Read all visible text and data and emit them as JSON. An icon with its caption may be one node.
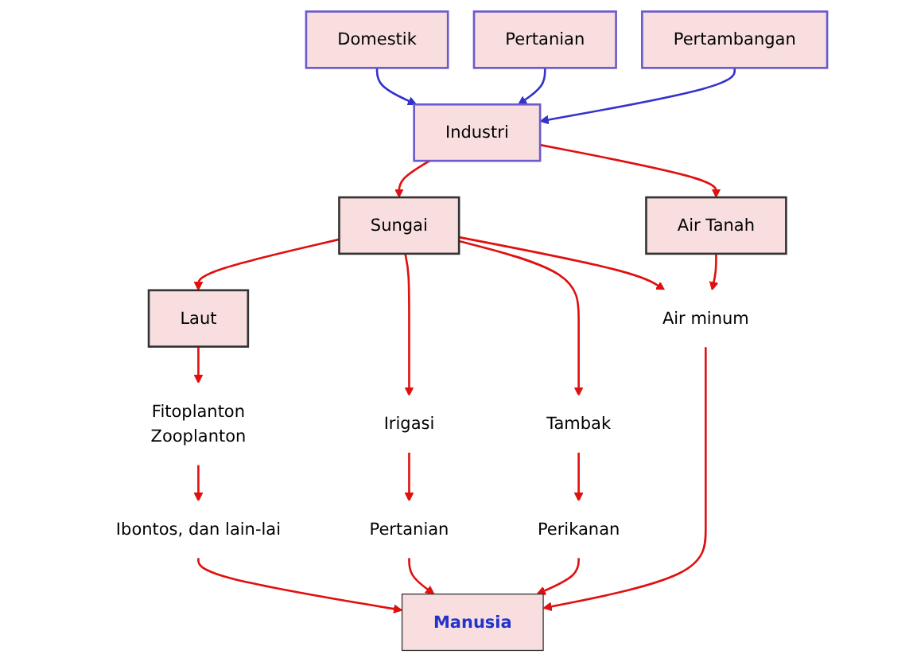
{
  "diagram": {
    "nodes": [
      {
        "text": [
          "Domestik"
        ]
      },
      {
        "text": [
          "Industri"
        ]
      },
      {
        "text": [
          "Pertanian"
        ]
      },
      {
        "text": [
          "Pertambangan"
        ]
      },
      {
        "text": [
          "Sungai"
        ]
      },
      {
        "text": [
          "Laut"
        ]
      },
      {
        "text": [
          "Air Tanah"
        ]
      },
      {
        "text": [
          "Irigasi"
        ]
      },
      {
        "text": [
          "Tambak"
        ]
      },
      {
        "text": [
          "Fitoplanton",
          "Zooplanton"
        ]
      },
      {
        "text": [
          "Air minum"
        ]
      },
      {
        "text": [
          "Pertanian"
        ]
      },
      {
        "text": [
          "Perikanan"
        ]
      },
      {
        "text": [
          "Ibontos, dan lain-lai"
        ]
      },
      {
        "text": [
          "Manusia"
        ]
      }
    ],
    "edges": [
      {
        "from": 0,
        "to": 1,
        "arrow": "to",
        "color": "#3333cc"
      },
      {
        "from": 2,
        "to": 1,
        "arrow": "to",
        "color": "#3333cc"
      },
      {
        "from": 3,
        "to": 1,
        "arrow": "to",
        "color": "#3333cc"
      },
      {
        "from": 1,
        "to": 4,
        "arrow": "to"
      },
      {
        "from": 1,
        "to": 6,
        "arrow": "to"
      },
      {
        "from": 4,
        "to": 5,
        "arrow": "to"
      },
      {
        "from": 4,
        "to": 7,
        "arrow": "to"
      },
      {
        "from": 4,
        "to": 8,
        "arrow": "to"
      },
      {
        "from": 4,
        "to": 10,
        "arrow": "to"
      },
      {
        "from": 6,
        "to": 10,
        "arrow": "to"
      },
      {
        "from": 5,
        "to": 9,
        "arrow": "to"
      },
      {
        "from": 7,
        "to": 11,
        "arrow": "to"
      },
      {
        "from": 8,
        "to": 12,
        "arrow": "to"
      },
      {
        "from": 9,
        "to": 13,
        "arrow": "to"
      },
      {
        "from": 10,
        "to": 14,
        "arrow": "to"
      },
      {
        "from": 11,
        "to": 14,
        "arrow": "to"
      },
      {
        "from": 12,
        "to": 14,
        "arrow": "to"
      },
      {
        "from": 13,
        "to": 14,
        "arrow": "to"
      }
    ]
  }
}
